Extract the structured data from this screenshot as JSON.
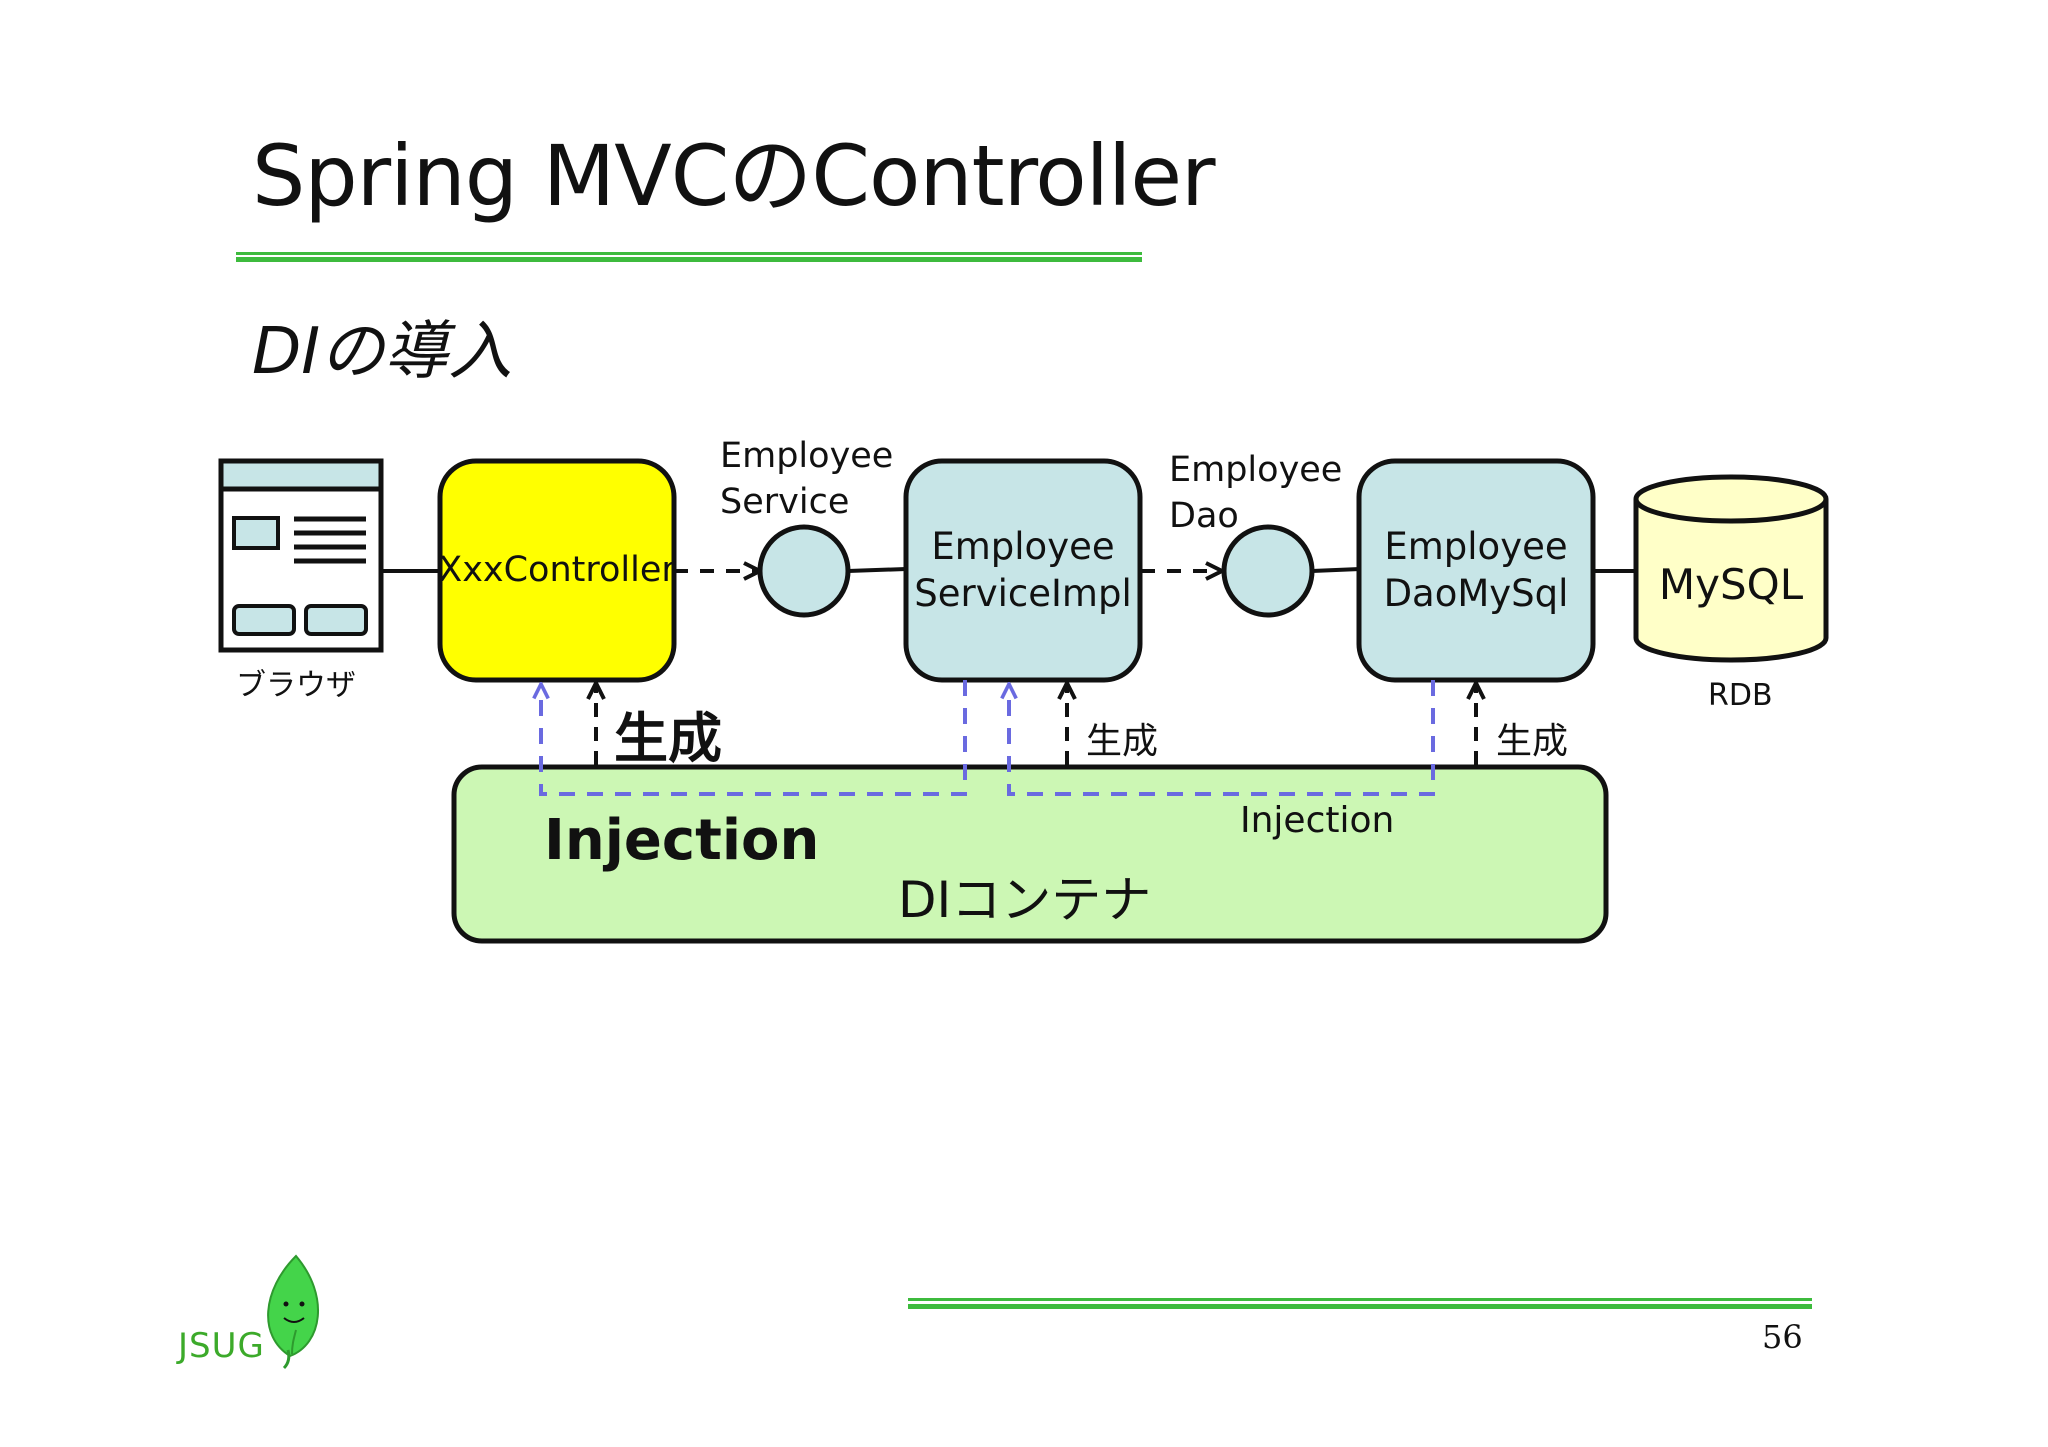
{
  "slide": {
    "title": "Spring MVCのController",
    "subtitle": "DIの導入",
    "page_number": "56",
    "logo_text": "JSUG"
  },
  "diagram": {
    "browser_caption": "ブラウザ",
    "controller_label": "XxxController",
    "service_interface_label": "Employee\nService",
    "service_impl_label": "Employee\nServiceImpl",
    "dao_interface_label": "Employee\nDao",
    "dao_impl_label": "Employee\nDaoMySql",
    "db_label": "MySQL",
    "db_caption": "RDB",
    "create_label_large": "生成",
    "create_label_service": "生成",
    "create_label_dao": "生成",
    "injection_label_large": "Injection",
    "injection_label_small": "Injection",
    "container_label": "DIコンテナ"
  },
  "colors": {
    "accent_green": "#3dbb3d",
    "controller_fill": "#ffff00",
    "component_fill": "#c7e5e7",
    "container_fill": "#ccf7b4",
    "database_fill": "#ffffc8",
    "injection_line": "#6a6ae0"
  }
}
